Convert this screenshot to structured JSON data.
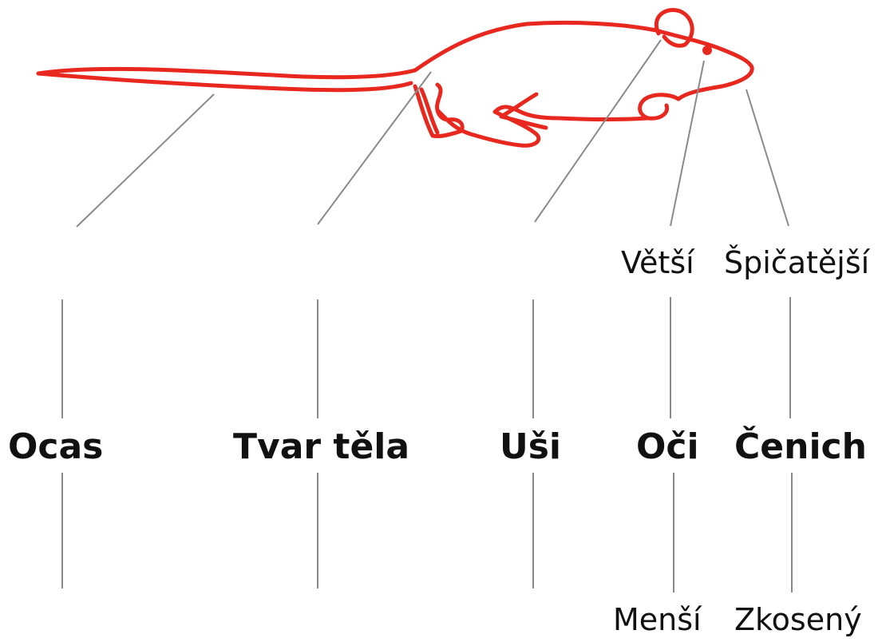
{
  "colors": {
    "rat_outline": "#e8281e",
    "leader_line": "#8a8a8a",
    "text": "#111111"
  },
  "features": [
    {
      "id": "tail",
      "label": "Ocas"
    },
    {
      "id": "body",
      "label": "Tvar těla"
    },
    {
      "id": "ears",
      "label": "Uši"
    },
    {
      "id": "eyes",
      "label": "Oči",
      "upper": "Větší",
      "lower": "Menší"
    },
    {
      "id": "snout",
      "label": "Čenich",
      "upper": "Špičatější",
      "lower": "Zkosený"
    }
  ]
}
